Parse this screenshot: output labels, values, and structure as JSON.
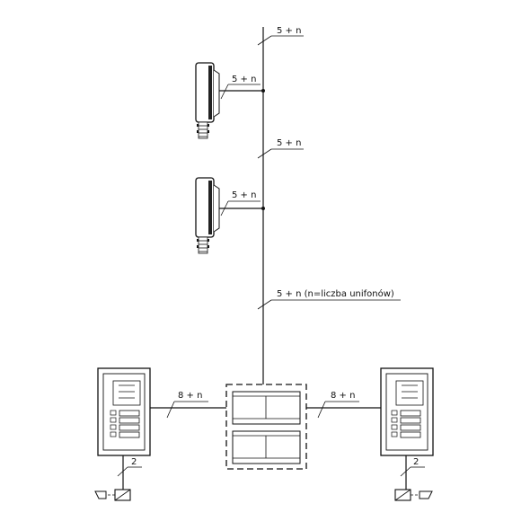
{
  "diagram": {
    "riser_labels": [
      "5 + n",
      "5 + n",
      "5 + n  (n=liczba unifonów)"
    ],
    "handset_labels": [
      "5 + n",
      "5 + n"
    ],
    "panel_labels": [
      "8 + n",
      "8 + n"
    ],
    "lock_labels": [
      "2",
      "2"
    ]
  }
}
